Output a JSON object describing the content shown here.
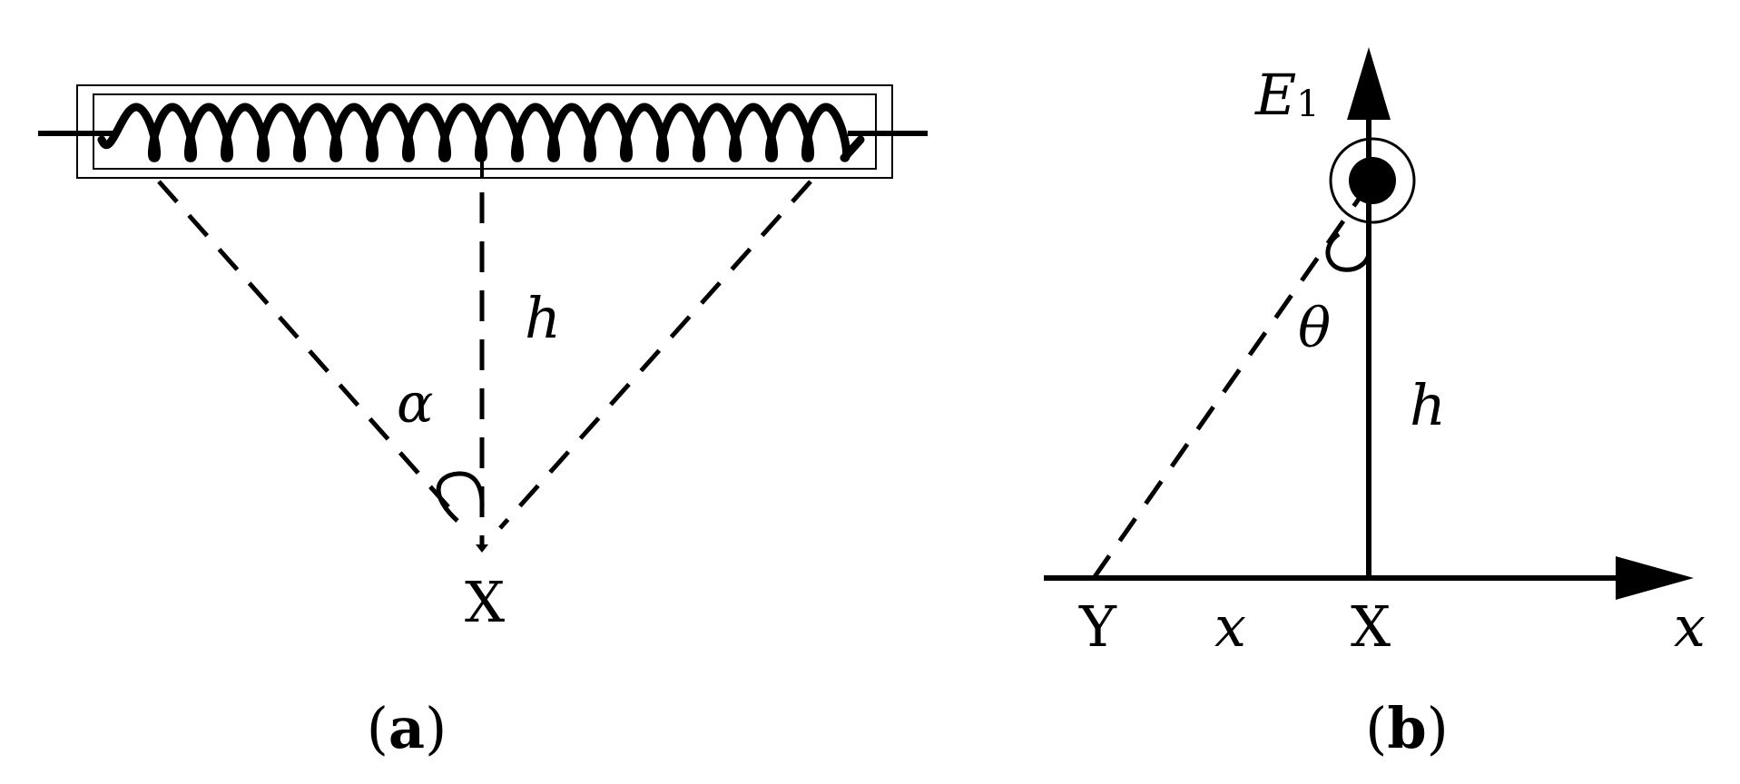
{
  "panel_a": {
    "angle_label": "α",
    "height_label": "h",
    "point_label": "X",
    "caption_open": "(",
    "caption_letter": "a",
    "caption_close": ")"
  },
  "panel_b": {
    "field_symbol": "E",
    "field_subscript": "1",
    "angle_label": "θ",
    "height_label": "h",
    "point_y_label": "Y",
    "distance_label": "x",
    "point_x_label": "X",
    "axis_label": "x",
    "caption_open": "(",
    "caption_letter": "b",
    "caption_close": ")"
  }
}
